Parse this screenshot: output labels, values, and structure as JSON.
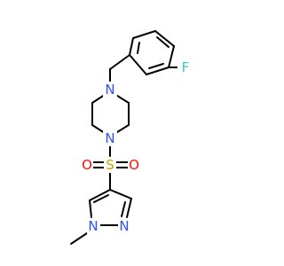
{
  "molecule": {
    "atoms": {
      "fluorine": {
        "label": "F",
        "color": "#33cccc"
      },
      "piperazine_n_top": {
        "label": "N",
        "color": "#3050f8"
      },
      "piperazine_n_bottom": {
        "label": "N",
        "color": "#3050f8"
      },
      "sulfur": {
        "label": "S",
        "color": "#c8a000"
      },
      "sulfonyl_o_left": {
        "label": "O",
        "color": "#ff0d0d"
      },
      "sulfonyl_o_right": {
        "label": "O",
        "color": "#ff0d0d"
      },
      "pyrazole_n_methyl": {
        "label": "N",
        "color": "#3050f8"
      },
      "pyrazole_n_imine": {
        "label": "N",
        "color": "#3050f8"
      }
    },
    "bond_color": "#000000"
  }
}
